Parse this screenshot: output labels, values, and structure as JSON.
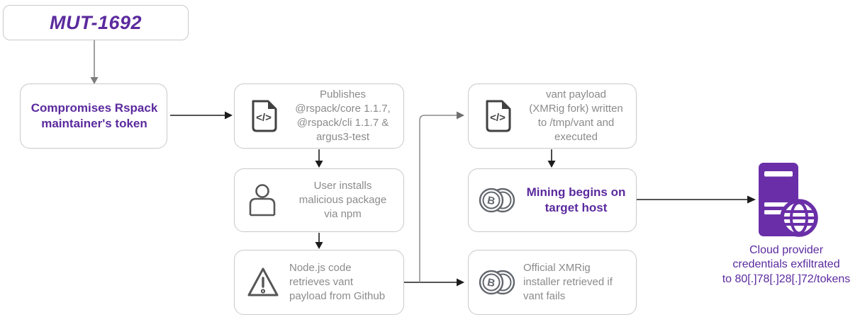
{
  "colors": {
    "accent_purple": "#5b2a9e",
    "icon_purple": "#6a2fa8",
    "gray_text": "#8b8b8b",
    "box_border": "#c9c9c9",
    "line_black": "#1c1c1c",
    "line_gray": "#7d7d7d"
  },
  "icons": {
    "coin_symbol": "B",
    "code_glyph": "</>"
  },
  "nodes": {
    "campaign": {
      "label": "MUT-1692"
    },
    "compromise": {
      "label": "Compromises Rspack\nmaintainer's token"
    },
    "publish": {
      "label": "Publishes\n@rspack/core 1.1.7,\n@rspack/cli 1.1.7 &\nargus3-test",
      "icon": "code-file"
    },
    "install": {
      "label": "User installs\nmalicious package\nvia npm",
      "icon": "person"
    },
    "retrieve": {
      "label": "Node.js code\nretrieves vant\npayload from Github",
      "icon": "warning"
    },
    "payload": {
      "label": "vant payload\n(XMRig fork) written\nto /tmp/vant and\nexecuted",
      "icon": "code-file"
    },
    "mining": {
      "label": "Mining begins on\ntarget host",
      "icon": "coins"
    },
    "fallback": {
      "label": "Official XMRig\ninstaller retrieved if\nvant fails",
      "icon": "coins"
    },
    "exfiltration": {
      "label": "Cloud provider\ncredentials exfiltrated\nto 80[.]78[.]28[.]72/tokens",
      "icon": "server-globe"
    }
  }
}
